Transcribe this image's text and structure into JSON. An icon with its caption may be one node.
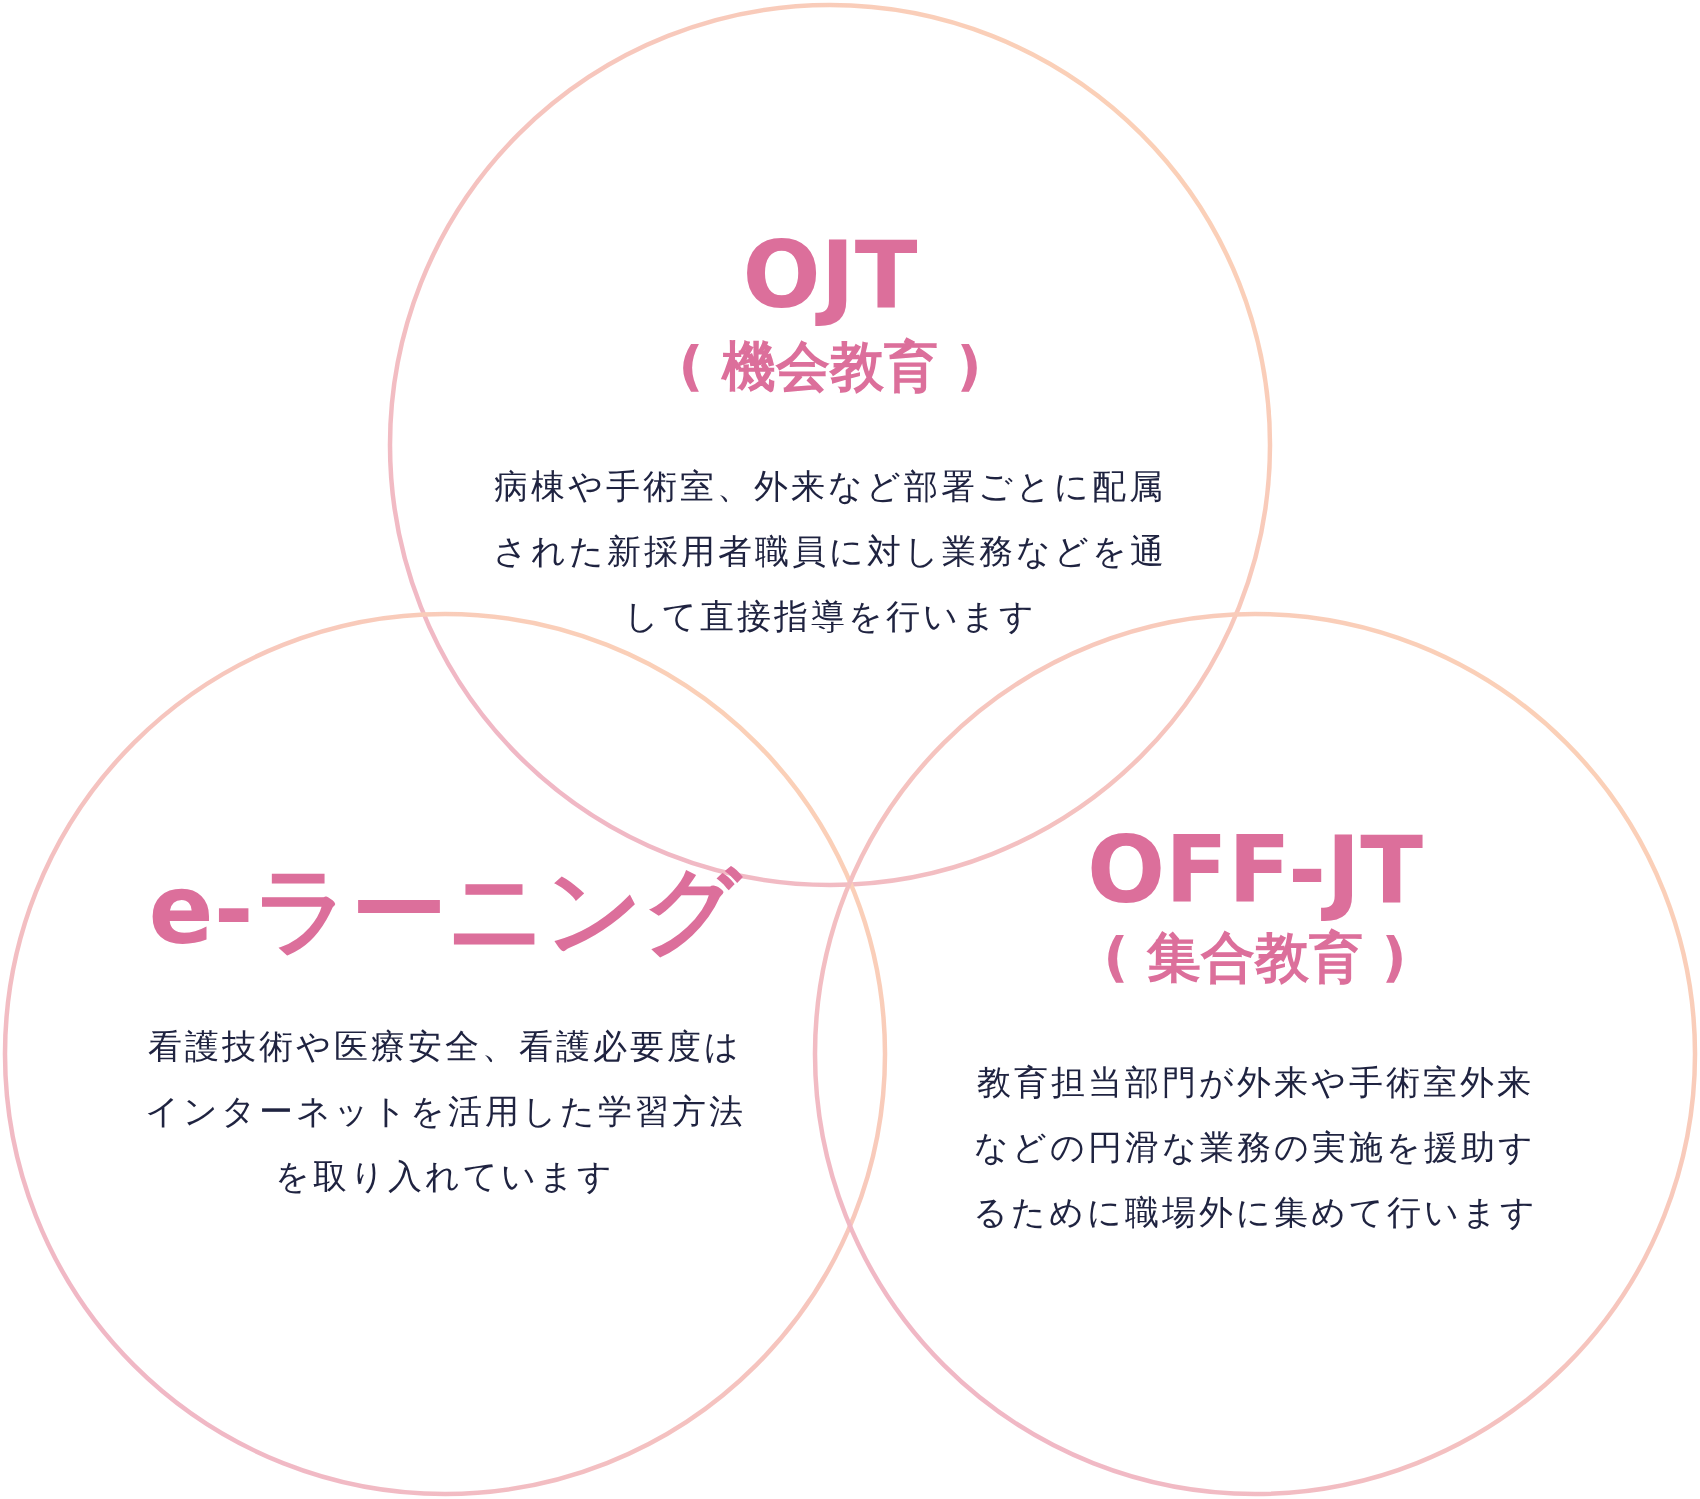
{
  "diagram": {
    "nodes": [
      {
        "text": [
          "OJT",
          "( 機会教育 )",
          "病棟や手術室、外来など部署ごとに配属された新採用者職員に対し業務などを通して直接指導を行います"
        ]
      },
      {
        "text": [
          "e-ラーニング",
          "看護技術や医療安全、看護必要度はインターネットを活用した学習方法を取り入れています"
        ]
      },
      {
        "text": [
          "OFF-JT",
          "( 集合教育 )",
          "教育担当部門が外来や手術室外来などの円滑な業務の実施を援助するために職場外に集めて行います"
        ]
      }
    ]
  }
}
